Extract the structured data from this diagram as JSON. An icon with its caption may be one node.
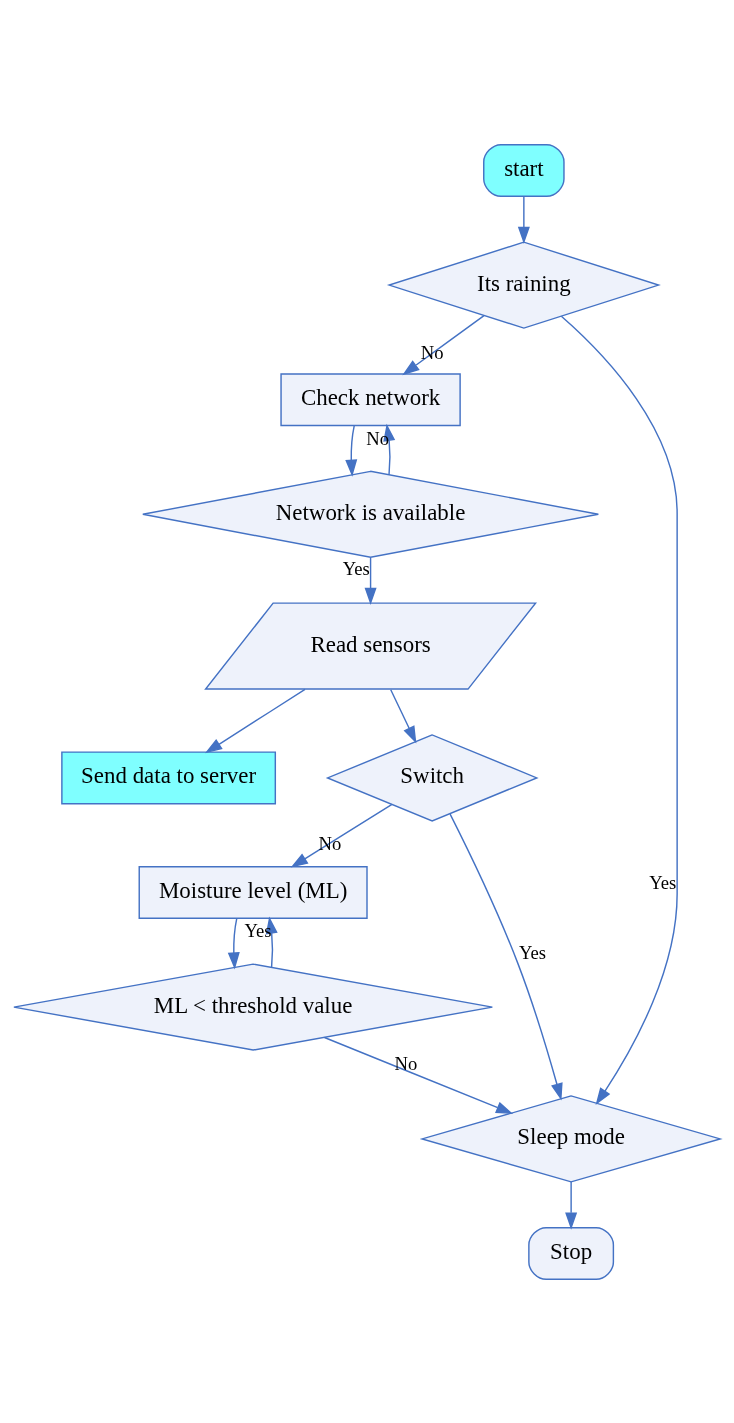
{
  "diagram": {
    "nodes": [
      {
        "text": [
          "start"
        ]
      },
      {
        "text": [
          "Its raining"
        ]
      },
      {
        "text": [
          "Check network"
        ]
      },
      {
        "text": [
          "Network is available"
        ]
      },
      {
        "text": [
          "Read sensors"
        ]
      },
      {
        "text": [
          "Send data to server"
        ]
      },
      {
        "text": [
          "Switch"
        ]
      },
      {
        "text": [
          "Moisture level (ML)"
        ]
      },
      {
        "text": [
          "ML < threshold value"
        ]
      },
      {
        "text": [
          "Sleep mode"
        ]
      },
      {
        "text": [
          "Stop"
        ]
      }
    ],
    "edges": [
      {
        "from": 0,
        "to": 1,
        "arrow": "to"
      },
      {
        "from": 1,
        "to": 9,
        "arrow": "to",
        "label": "Yes"
      },
      {
        "from": 1,
        "to": 2,
        "arrow": "to",
        "label": "No"
      },
      {
        "from": 2,
        "to": 3,
        "arrow": "to"
      },
      {
        "from": 3,
        "to": 2,
        "arrow": "to",
        "label": "No"
      },
      {
        "from": 3,
        "to": 4,
        "arrow": "to",
        "label": "Yes"
      },
      {
        "from": 4,
        "to": 5,
        "arrow": "to"
      },
      {
        "from": 4,
        "to": 6,
        "arrow": "to"
      },
      {
        "from": 6,
        "to": 9,
        "arrow": "to",
        "label": "Yes"
      },
      {
        "from": 6,
        "to": 7,
        "arrow": "to",
        "label": "No"
      },
      {
        "from": 7,
        "to": 8,
        "arrow": "to"
      },
      {
        "from": 8,
        "to": 7,
        "arrow": "to",
        "label": "Yes"
      },
      {
        "from": 8,
        "to": 9,
        "arrow": "to",
        "label": "No"
      },
      {
        "from": 9,
        "to": 10,
        "arrow": "to"
      }
    ]
  }
}
